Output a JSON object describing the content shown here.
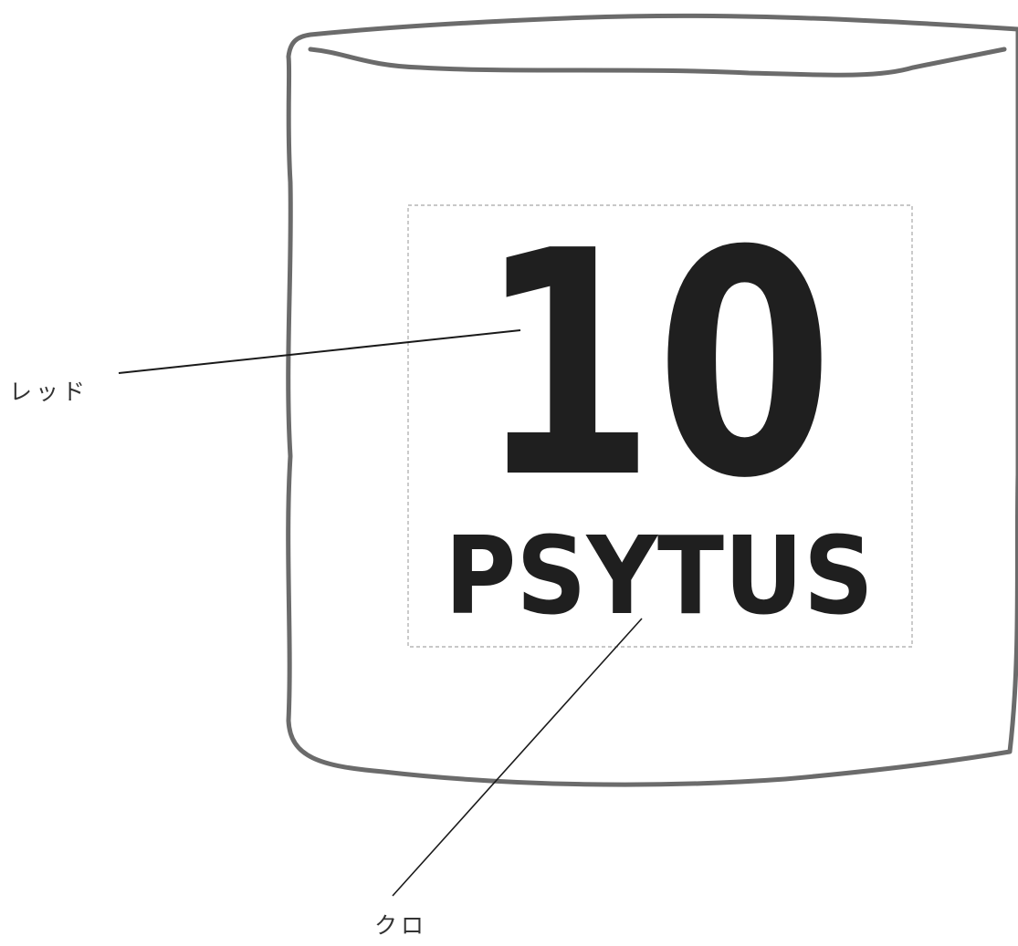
{
  "print": {
    "number": "10",
    "name": "PSYTUS"
  },
  "callouts": {
    "red_label": "レッド",
    "black_label": "クロ"
  },
  "colors": {
    "outline": "#6b6b6b",
    "print_ink": "#1f1f1f",
    "leader_line": "#1a1a1a",
    "print_area_border": "#a8a8a8"
  }
}
